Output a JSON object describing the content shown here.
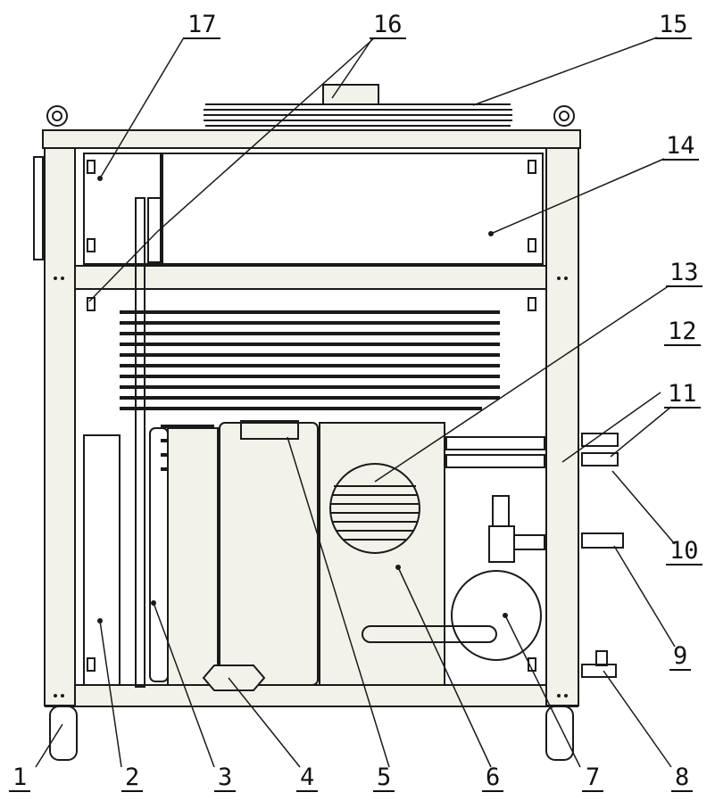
{
  "diagram": {
    "stroke_color": "#1a1a1a",
    "panel_fill": "#f2f2ea",
    "background": "#ffffff",
    "callouts": [
      {
        "number": "1"
      },
      {
        "number": "2"
      },
      {
        "number": "3"
      },
      {
        "number": "4"
      },
      {
        "number": "5"
      },
      {
        "number": "6"
      },
      {
        "number": "7"
      },
      {
        "number": "8"
      },
      {
        "number": "9"
      },
      {
        "number": "10"
      },
      {
        "number": "11"
      },
      {
        "number": "12"
      },
      {
        "number": "13"
      },
      {
        "number": "14"
      },
      {
        "number": "15"
      },
      {
        "number": "16"
      },
      {
        "number": "17"
      }
    ]
  }
}
